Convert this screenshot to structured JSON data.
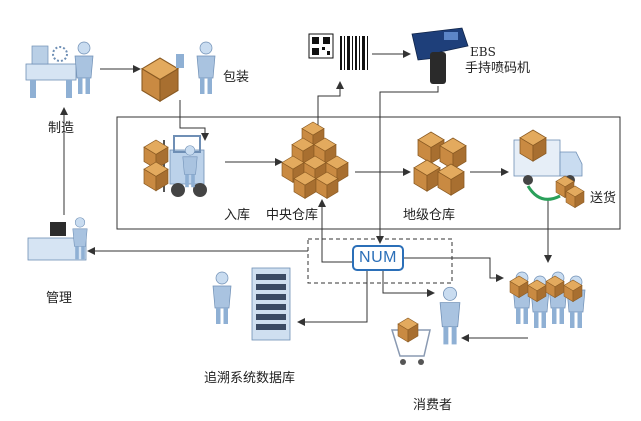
{
  "labels": {
    "manufacture": "制造",
    "packaging": "包装",
    "ebs_brand": "EBS",
    "handheld_printer": "手持喷码机",
    "inbound": "入库",
    "central_warehouse": "中央仓库",
    "regional_warehouse": "地级仓库",
    "delivery": "送货",
    "management": "管理",
    "num": "NUM",
    "trace_database": "追溯系统数据库",
    "consumer": "消费者"
  },
  "colors": {
    "box_brown": "#c98a42",
    "figure_blue": "#a9c3e0",
    "arrow_blue": "#2b6fb8",
    "line_dark": "#333333"
  },
  "icons": [
    "factory-worker-icon",
    "packer-icon",
    "qr-barcode-icon",
    "handheld-printer-icon",
    "forklift-icon",
    "central-boxes-icon",
    "regional-boxes-icon",
    "delivery-truck-icon",
    "manager-computer-icon",
    "server-database-icon",
    "consumer-cart-icon",
    "delivery-workers-icon"
  ]
}
